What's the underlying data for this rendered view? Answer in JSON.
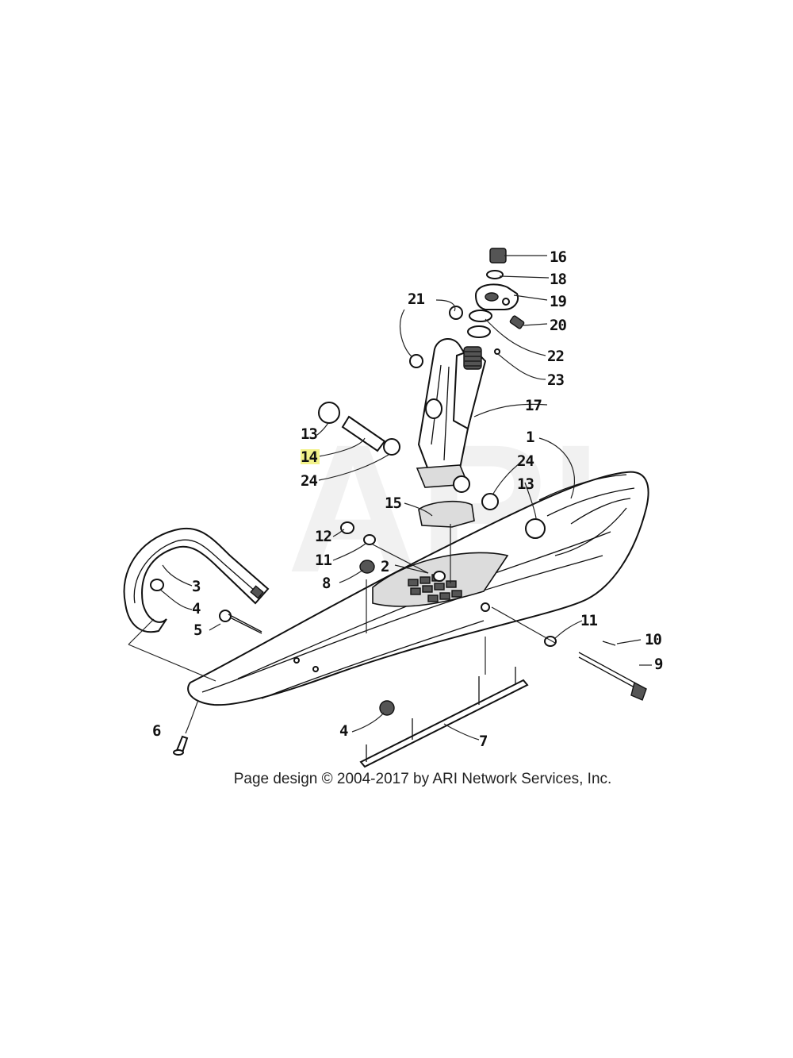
{
  "diagram": {
    "watermark": "ARI",
    "copyright": "Page design © 2004-2017 by ARI Network Services, Inc.",
    "highlight_color": "#f2f28a",
    "callouts": [
      {
        "id": "c16",
        "label": "16"
      },
      {
        "id": "c18",
        "label": "18"
      },
      {
        "id": "c19",
        "label": "19"
      },
      {
        "id": "c20",
        "label": "20"
      },
      {
        "id": "c21",
        "label": "21"
      },
      {
        "id": "c22",
        "label": "22"
      },
      {
        "id": "c23",
        "label": "23"
      },
      {
        "id": "c17",
        "label": "17"
      },
      {
        "id": "c1",
        "label": "1"
      },
      {
        "id": "c13a",
        "label": "13"
      },
      {
        "id": "c14",
        "label": "14",
        "highlighted": true
      },
      {
        "id": "c24a",
        "label": "24"
      },
      {
        "id": "c24b",
        "label": "24"
      },
      {
        "id": "c13b",
        "label": "13"
      },
      {
        "id": "c15",
        "label": "15"
      },
      {
        "id": "c12",
        "label": "12"
      },
      {
        "id": "c11a",
        "label": "11"
      },
      {
        "id": "c2",
        "label": "2"
      },
      {
        "id": "c8",
        "label": "8"
      },
      {
        "id": "c3",
        "label": "3"
      },
      {
        "id": "c4a",
        "label": "4"
      },
      {
        "id": "c5",
        "label": "5"
      },
      {
        "id": "c11b",
        "label": "11"
      },
      {
        "id": "c10",
        "label": "10"
      },
      {
        "id": "c9",
        "label": "9"
      },
      {
        "id": "c6",
        "label": "6"
      },
      {
        "id": "c4b",
        "label": "4"
      },
      {
        "id": "c7",
        "label": "7"
      }
    ]
  }
}
